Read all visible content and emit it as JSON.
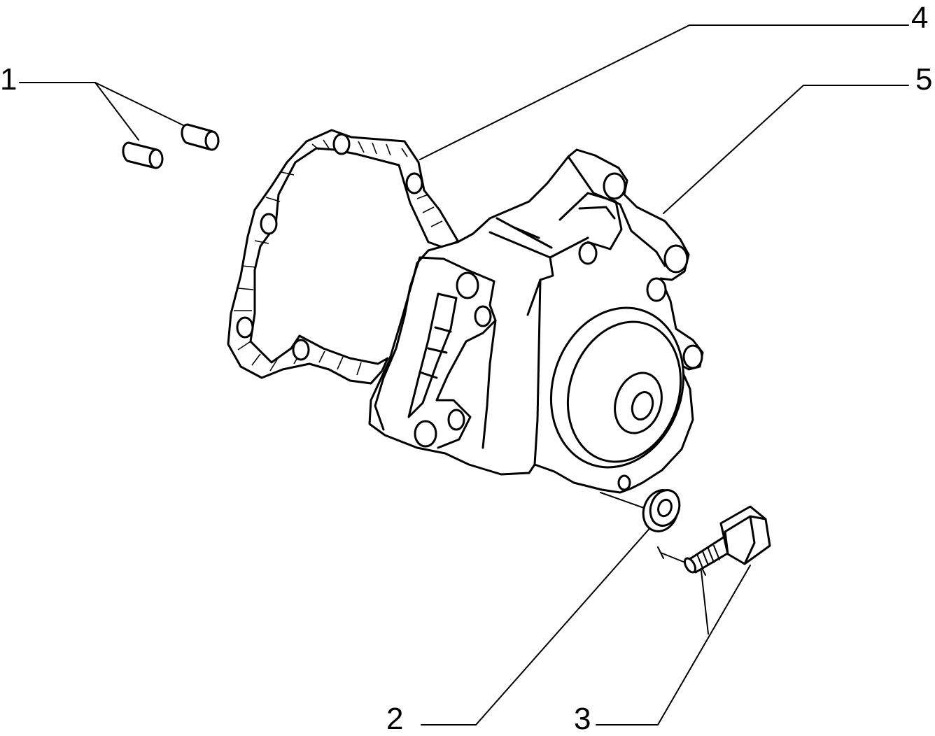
{
  "callouts": [
    {
      "id": "1",
      "label": "1"
    },
    {
      "id": "2",
      "label": "2"
    },
    {
      "id": "3",
      "label": "3"
    },
    {
      "id": "4",
      "label": "4"
    },
    {
      "id": "5",
      "label": "5"
    }
  ],
  "colors": {
    "ink": "#000000",
    "paper": "#ffffff"
  }
}
